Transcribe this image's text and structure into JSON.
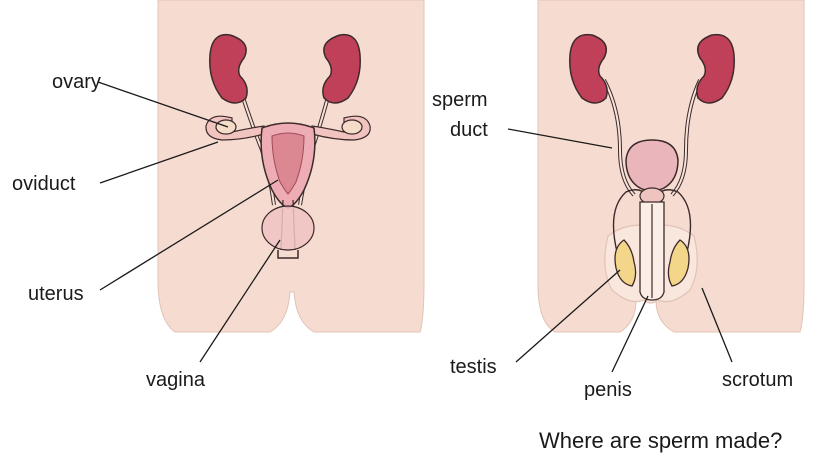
{
  "female": {
    "labels": {
      "ovary": "ovary",
      "oviduct": "oviduct",
      "uterus": "uterus",
      "vagina": "vagina"
    }
  },
  "male": {
    "labels": {
      "sperm_duct_line1": "sperm",
      "sperm_duct_line2": "duct",
      "testis": "testis",
      "penis": "penis",
      "scrotum": "scrotum"
    }
  },
  "question": "Where are sperm made?",
  "colors": {
    "skin": "#f6dcd0",
    "kidney": "#c0405a",
    "uterus": "#eeadb4",
    "bladder": "#eab6bb",
    "testis": "#f3d68a",
    "outline": "#3c2a2a"
  }
}
